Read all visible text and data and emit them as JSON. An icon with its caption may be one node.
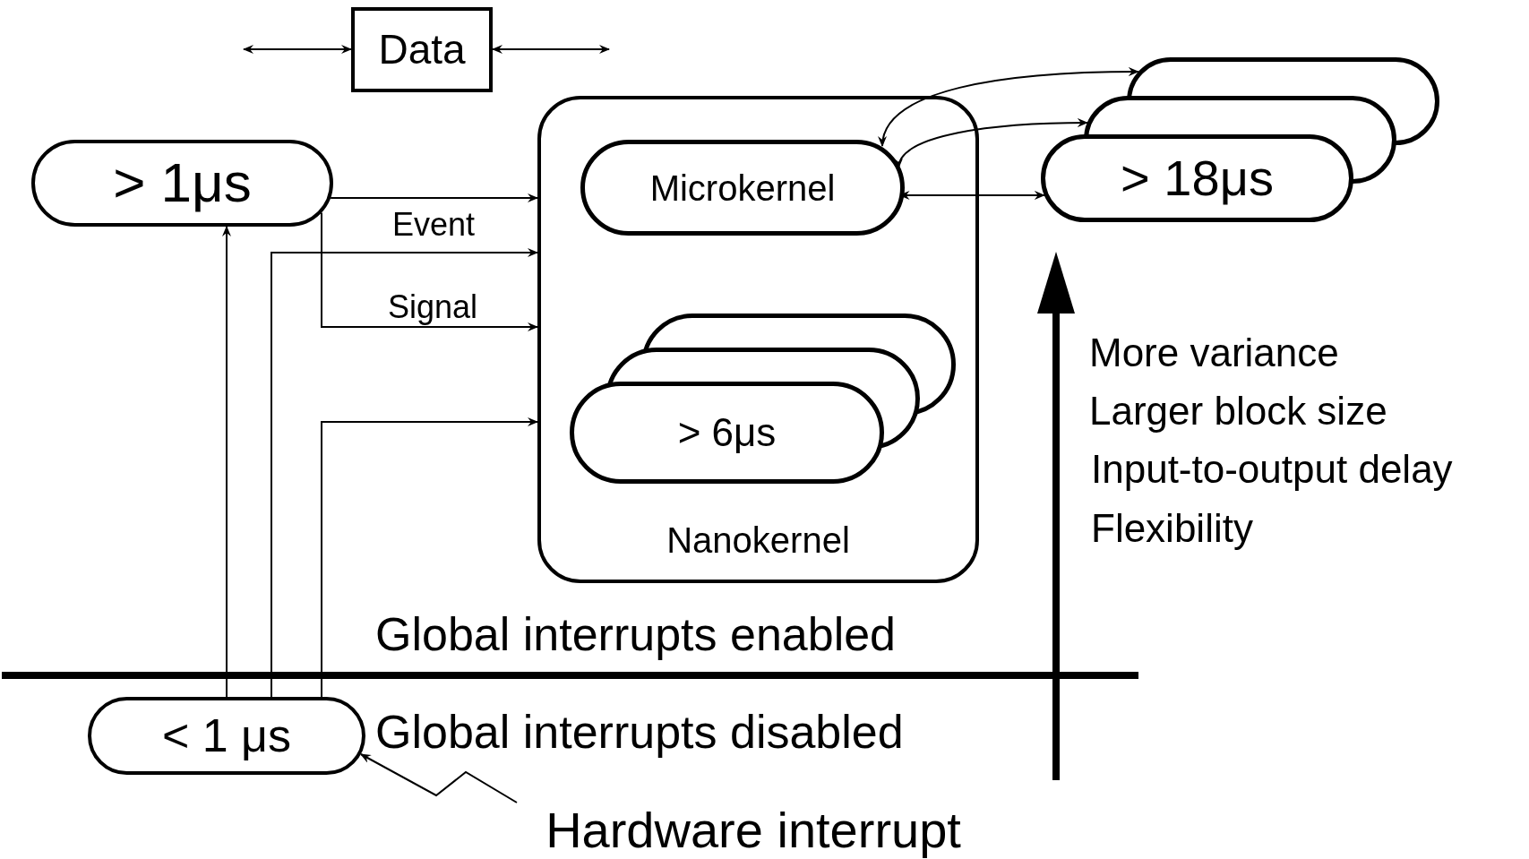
{
  "diagram": {
    "nodes": [
      {
        "text": [
          "Data"
        ]
      },
      {
        "text": [
          "> 1μs"
        ]
      },
      {
        "text": [
          "Nanokernel"
        ]
      },
      {
        "text": [
          "Microkernel"
        ],
        "in": 2
      },
      {
        "text": [
          "> 6μs"
        ],
        "in": 2
      },
      {
        "text": [
          "> 18μs"
        ]
      },
      {
        "text": [
          "< 1 μs"
        ]
      },
      {
        "text": [
          "Hardware interrupt"
        ]
      }
    ],
    "edges": [
      {
        "from": null,
        "to": 0,
        "arrow": "both"
      },
      {
        "from": 0,
        "to": null,
        "arrow": "both"
      },
      {
        "from": 1,
        "to": 2,
        "arrow": "to"
      },
      {
        "from": 6,
        "to": 2,
        "arrow": "to",
        "label": "Event"
      },
      {
        "from": 1,
        "to": 2,
        "arrow": "to",
        "label": "Signal"
      },
      {
        "from": 6,
        "to": 2,
        "arrow": "to"
      },
      {
        "from": 6,
        "to": 1,
        "arrow": "to"
      },
      {
        "from": 3,
        "to": 5,
        "arrow": "both"
      },
      {
        "from": 3,
        "to": 5,
        "arrow": "both"
      },
      {
        "from": 3,
        "to": 5,
        "arrow": "both"
      },
      {
        "from": 7,
        "to": 6,
        "arrow": "to"
      }
    ],
    "labels": [
      "Global interrupts enabled",
      "Global interrupts disabled",
      "More variance",
      "Larger block size",
      "Input-to-output delay",
      "Flexibility"
    ]
  }
}
